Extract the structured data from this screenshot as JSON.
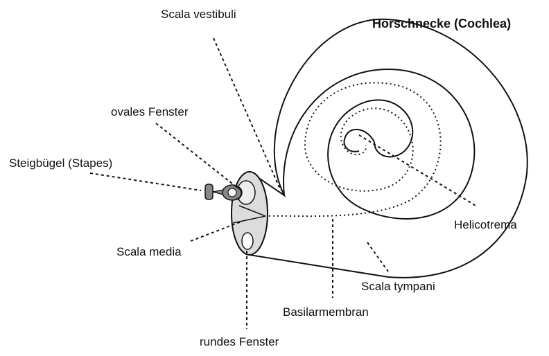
{
  "title": "Hörschnecke (Cochlea)",
  "labels": {
    "scala_vestibuli": "Scala vestibuli",
    "ovales_fenster": "ovales Fenster",
    "steigbuegel": "Steigbügel (Stapes)",
    "scala_media": "Scala media",
    "rundes_fenster": "rundes Fenster",
    "basilarmembran": "Basilarmembran",
    "scala_tympani": "Scala tympani",
    "helicotrema": "Helicotrema"
  },
  "colors": {
    "stroke": "#111111",
    "stapes_fill": "#888888",
    "opening_fill": "#dcdcdc"
  }
}
